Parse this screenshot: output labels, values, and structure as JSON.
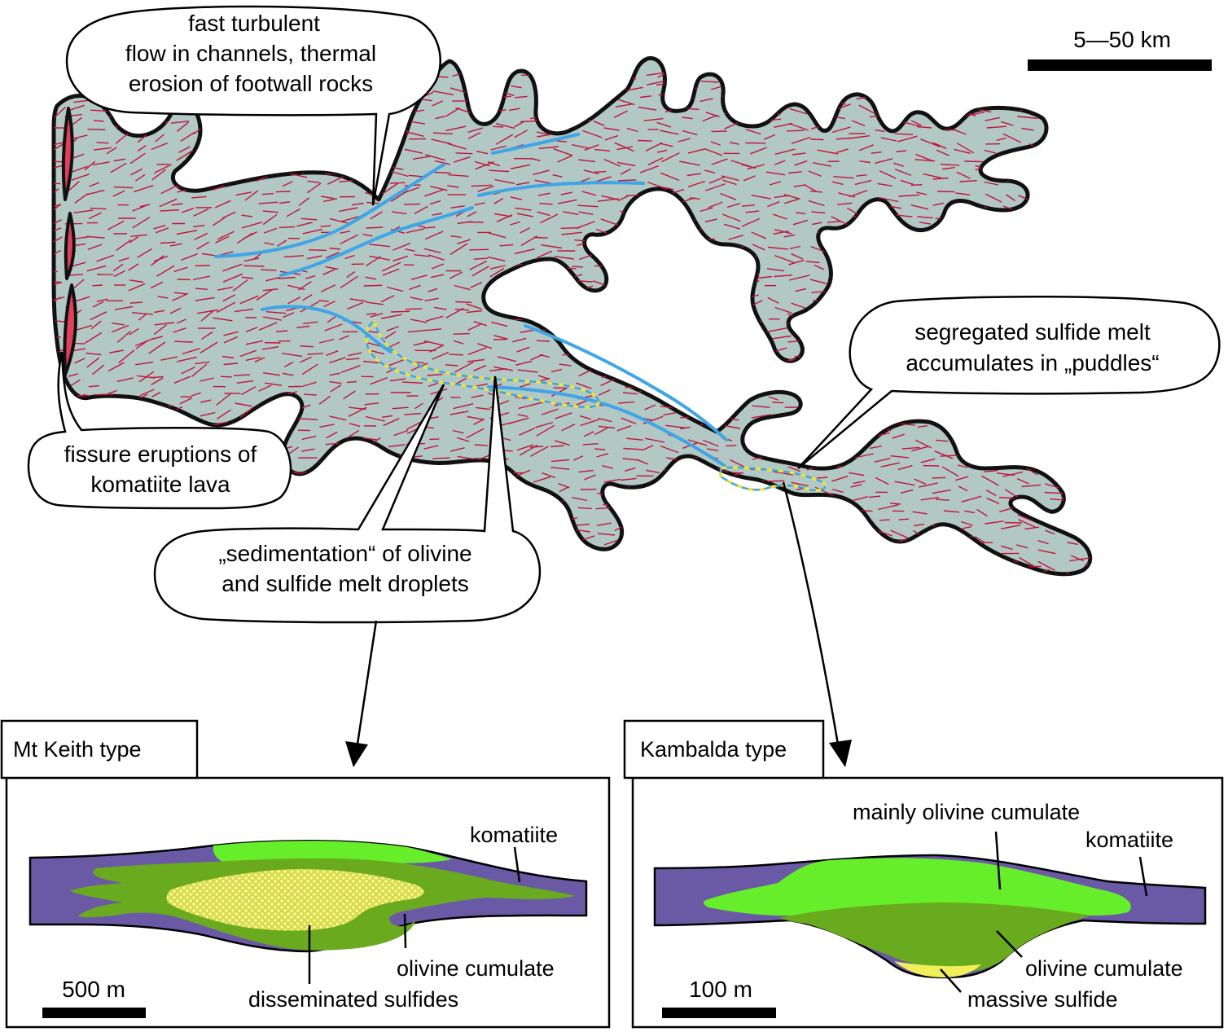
{
  "scale_top": {
    "label": "5—50 km"
  },
  "callouts": {
    "turbulent_flow": [
      "fast turbulent",
      "flow in channels, thermal",
      "erosion of footwall rocks"
    ],
    "fissure": [
      "fissure eruptions of",
      "komatiite lava"
    ],
    "sulfide_melt": [
      "segregated sulfide melt",
      "accumulates in „puddles“"
    ],
    "sedimentation": [
      "„sedimentation“ of olivine",
      "and sulfide melt droplets"
    ]
  },
  "panels": {
    "mt_keith": {
      "title": "Mt Keith type",
      "labels": {
        "komatiite": "komatiite",
        "olivine_cumulate": "olivine cumulate",
        "disseminated_sulfides": "disseminated sulfides"
      },
      "scale": "500 m"
    },
    "kambalda": {
      "title": "Kambalda type",
      "labels": {
        "mainly_olivine": "mainly olivine cumulate",
        "komatiite": "komatiite",
        "olivine_cumulate": "olivine cumulate",
        "massive_sulfide": "massive sulfide"
      },
      "scale": "100 m"
    }
  },
  "colors": {
    "flow_fill": "#b2c8c4",
    "flow_lines": "#c0143c",
    "channels": "#3ea6e6",
    "sulfide_puddle": "#f0e040",
    "komatiite": "#6a5aa6",
    "olivine_cumulate": "#6aaa1e",
    "mainly_olivine": "#66ee2a",
    "sulfides": "#f0ee5a",
    "fissure": "#e0405a"
  }
}
